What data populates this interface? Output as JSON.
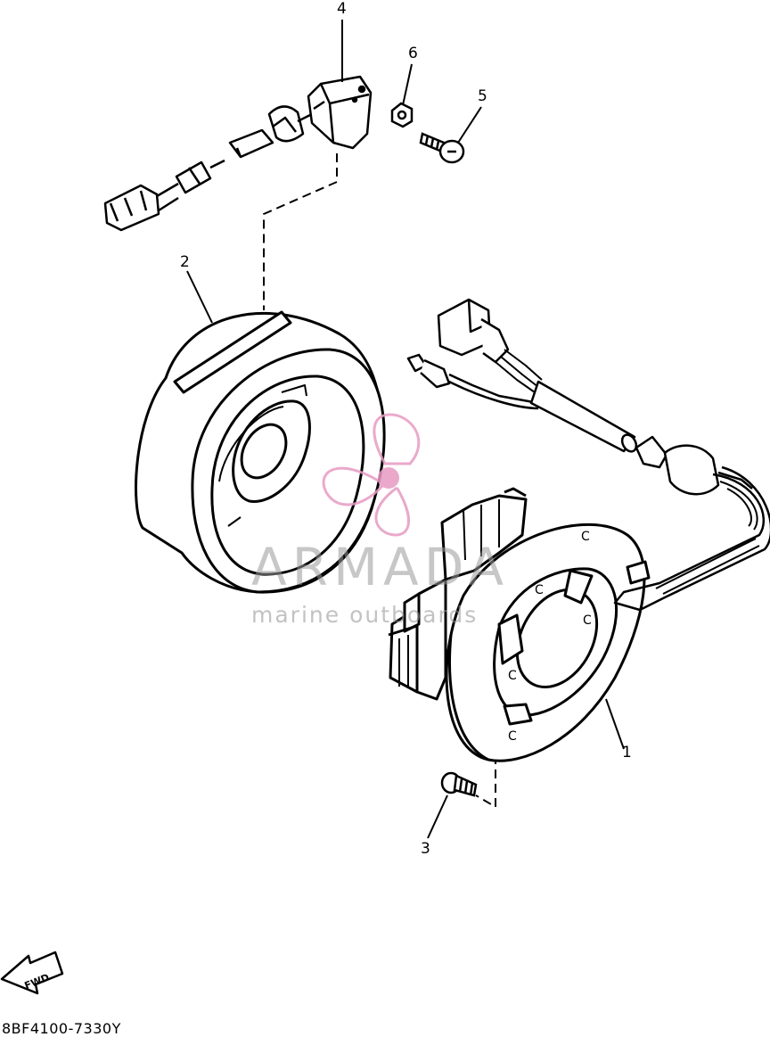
{
  "callouts": {
    "c1": "1",
    "c2": "2",
    "c3": "3",
    "c4": "4",
    "c5": "5",
    "c6": "6"
  },
  "stator_marks": [
    "C",
    "C",
    "C",
    "C",
    "C"
  ],
  "direction_label": "FWD",
  "diagram_code": "8BF4100-7330Y",
  "watermark": {
    "name": "ARMADA",
    "tagline": "marine outboards",
    "logo_color": "#e79bc3"
  }
}
